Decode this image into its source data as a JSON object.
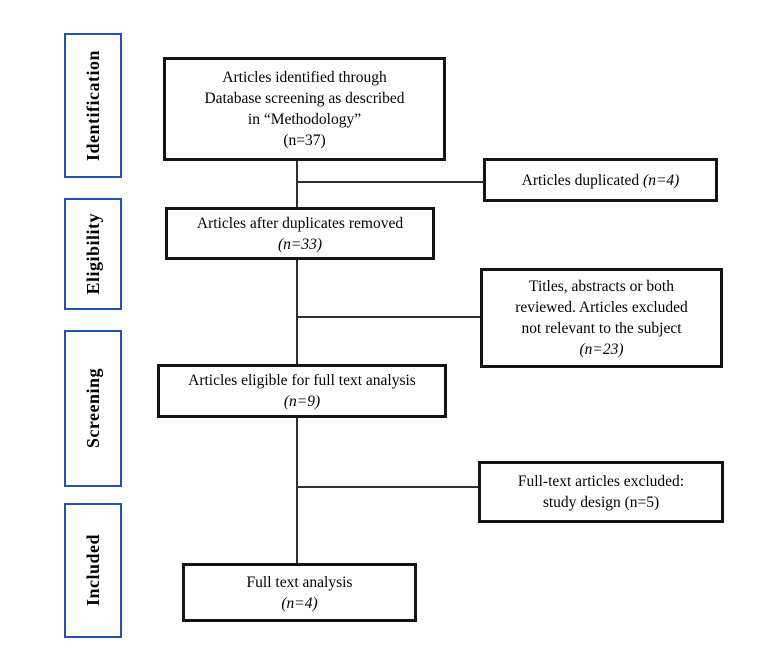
{
  "diagram": {
    "stages": {
      "identification": "Identification",
      "eligibility": "Eligibility",
      "screening": "Screening",
      "included": "Included"
    },
    "main_boxes": {
      "identified": {
        "line1": "Articles identified through",
        "line2": "Database screening as described",
        "line3": "in “Methodology”",
        "count": "(n=37)"
      },
      "after_duplicates": {
        "line1": "Articles after duplicates removed",
        "count": "(n=33)"
      },
      "eligible": {
        "line1": "Articles eligible for full text analysis",
        "count": "(n=9)"
      },
      "full_text": {
        "line1": "Full text analysis",
        "count": "(n=4)"
      }
    },
    "side_boxes": {
      "duplicated": {
        "text": "Articles duplicated ",
        "count": "(n=4)"
      },
      "excluded_review": {
        "line1": "Titles, abstracts or both",
        "line2": "reviewed. Articles excluded",
        "line3": "not relevant to the subject",
        "count": "(n=23)"
      },
      "excluded_fulltext": {
        "line1": "Full-text articles excluded:",
        "line2": "study design (n=5)"
      }
    },
    "colors": {
      "stage_border": "#2353ae",
      "box_border": "#141414",
      "connector": "#2f2f2f",
      "background": "#ffffff",
      "text": "#000000"
    }
  }
}
